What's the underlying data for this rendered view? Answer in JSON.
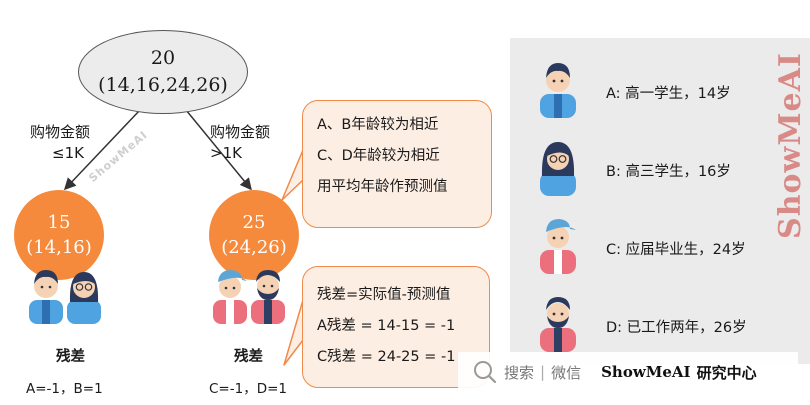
{
  "tree": {
    "root": {
      "value": "20",
      "ages": "(14,16,24,26)"
    },
    "left_edge": {
      "label": "购物金额",
      "condition": "≤1K"
    },
    "right_edge": {
      "label": "购物金额",
      "condition": ">1K"
    },
    "left_leaf": {
      "value": "15",
      "ages": "(14,16)"
    },
    "right_leaf": {
      "value": "25",
      "ages": "(24,26)"
    }
  },
  "callout_top": {
    "lines": [
      "A、B年龄较为相近",
      "C、D年龄较为相近",
      "用平均年龄作预测值"
    ]
  },
  "callout_bottom": {
    "lines": [
      "残差=实际值-预测值",
      "A残差 = 14-15 = -1",
      "C残差 = 24-25 = -1"
    ]
  },
  "residual_left": {
    "label": "残差",
    "values": "A=-1，B=1"
  },
  "residual_right": {
    "label": "残差",
    "values": "C=-1，D=1"
  },
  "legend": [
    {
      "text": "A: 高一学生，14岁",
      "icon": "boy-student-avatar-icon"
    },
    {
      "text": "B: 高三学生，16岁",
      "icon": "girl-glasses-avatar-icon"
    },
    {
      "text": "C: 应届毕业生，24岁",
      "icon": "young-man-cap-avatar-icon"
    },
    {
      "text": "D: 已工作两年，26岁",
      "icon": "bearded-man-avatar-icon"
    }
  ],
  "branding": {
    "vertical": "ShowMeAI",
    "watermark": "ShowMeAI",
    "search_label": "搜索",
    "wechat_label": "微信",
    "brand_name": "ShowMeAI",
    "brand_suffix": "研究中心"
  },
  "colors": {
    "leaf_node": "#f58a3c",
    "callout_fill": "#fdeee4",
    "callout_border": "#f08a4b",
    "legend_panel": "#ebebeb",
    "brand": "#d98a86"
  }
}
